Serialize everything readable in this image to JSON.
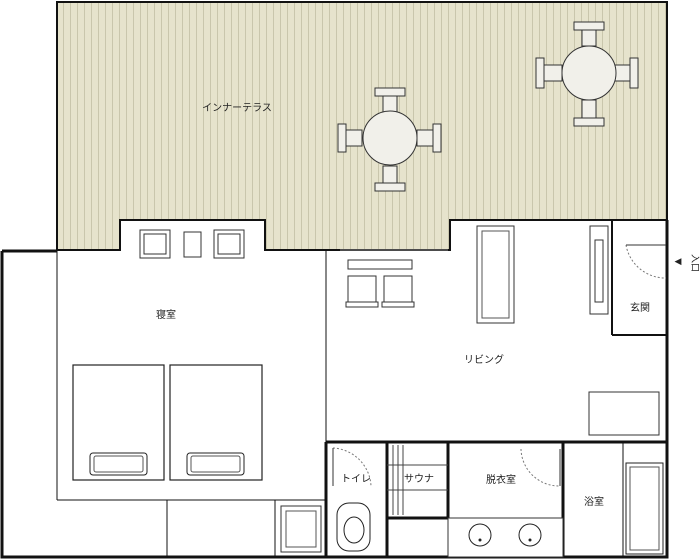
{
  "rooms": {
    "inner_terrace": "インナーテラス",
    "bedroom": "寝室",
    "living": "リビング",
    "entrance": "玄関",
    "toilet": "トイレ",
    "sauna": "サウナ",
    "dressing": "脱衣室",
    "bath": "浴室"
  },
  "entry_label": "入口",
  "entry_arrow": "◀",
  "colors": {
    "terrace_fill": "#e6e3cc",
    "terrace_stripe": "#c9c6ac",
    "wall": "#111111",
    "line": "#333333",
    "floor": "#ffffff",
    "furniture": "#f1f0ea"
  }
}
